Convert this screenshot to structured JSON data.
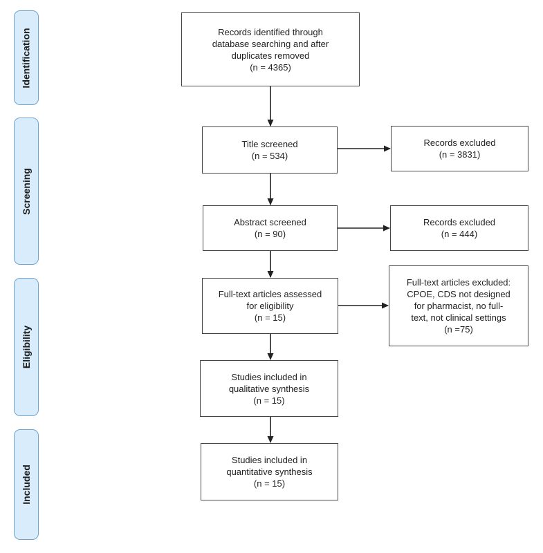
{
  "phases": {
    "identification": "Identification",
    "screening": "Screening",
    "eligibility": "Eligibility",
    "included": "Included"
  },
  "boxes": {
    "identified": {
      "lines": [
        "Records identified through",
        "database searching and after",
        "duplicates removed",
        "(n = 4365)"
      ]
    },
    "title_screened": {
      "lines": [
        "Title screened",
        "(n = 534)"
      ]
    },
    "records_excluded_1": {
      "lines": [
        "Records excluded",
        "(n = 3831)"
      ]
    },
    "abstract_screened": {
      "lines": [
        "Abstract screened",
        "(n = 90)"
      ]
    },
    "records_excluded_2": {
      "lines": [
        "Records excluded",
        "(n = 444)"
      ]
    },
    "fulltext_assessed": {
      "lines": [
        "Full-text articles assessed",
        "for eligibility",
        "(n = 15)"
      ]
    },
    "fulltext_excluded": {
      "lines": [
        "Full-text articles excluded:",
        "CPOE, CDS not designed",
        "for pharmacist, no full-",
        "text, not clinical settings",
        "(n =75)"
      ]
    },
    "qualitative": {
      "lines": [
        "Studies included in",
        "qualitative synthesis",
        "(n = 15)"
      ]
    },
    "quantitative": {
      "lines": [
        "Studies included in",
        "quantitative synthesis",
        "(n = 15)"
      ]
    }
  },
  "colors": {
    "phase_fill": "#d9ecfb",
    "phase_border": "#6fa3cf",
    "box_border": "#444444",
    "arrow": "#222222"
  }
}
